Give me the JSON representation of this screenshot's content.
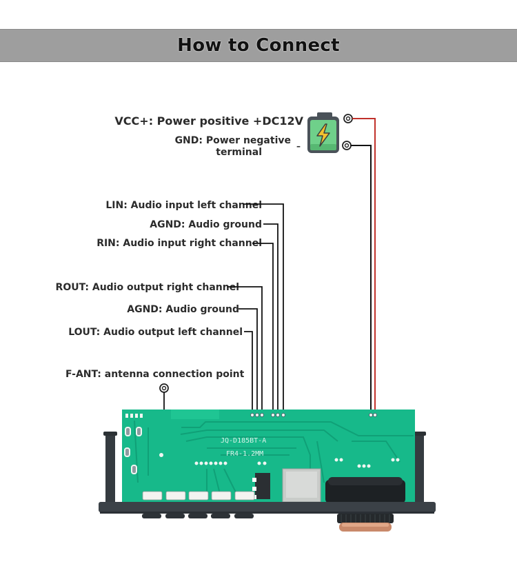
{
  "header": {
    "title": "How to Connect"
  },
  "power": {
    "vcc_label": "VCC+: Power positive +DC12V",
    "gnd_label_line1": "GND: Power negative",
    "gnd_label_line2": "terminal",
    "minus_sign": "–",
    "battery_icon": "battery-charging-icon",
    "colors": {
      "positive_wire": "#c0302a",
      "negative_wire": "#111111",
      "battery_fill": "#6fd08a",
      "bolt": "#f2c12e"
    }
  },
  "audio_input": [
    {
      "label": "LIN: Audio input left channel"
    },
    {
      "label": "AGND: Audio ground"
    },
    {
      "label": "RIN: Audio input right channel"
    }
  ],
  "audio_output": [
    {
      "label": "ROUT: Audio output right channel"
    },
    {
      "label": "AGND: Audio ground"
    },
    {
      "label": "LOUT: Audio output left channel"
    }
  ],
  "antenna": {
    "label": "F-ANT: antenna connection point"
  },
  "board": {
    "model": "JQ-D185BT-A",
    "spec": "FR4-1.2MM",
    "pcb_color": "#17b98a",
    "case_color": "#3b4147",
    "button_count": 5
  }
}
